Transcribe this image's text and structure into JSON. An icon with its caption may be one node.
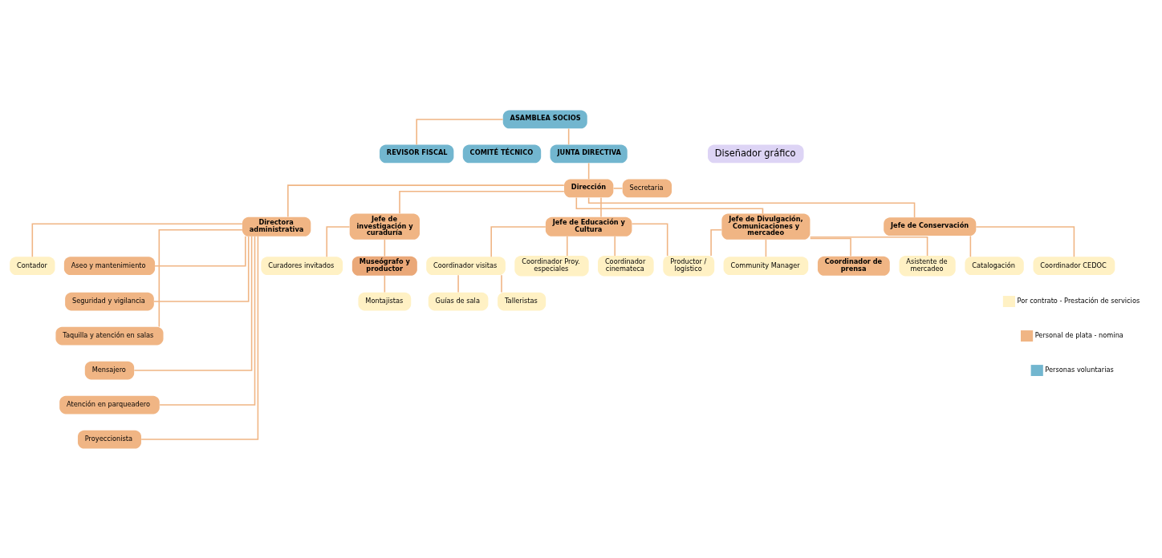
{
  "diagram": {
    "nodes": [
      {
        "text": [
          "ASAMBLEA SOCIOS"
        ]
      },
      {
        "text": [
          "REVISOR FISCAL"
        ]
      },
      {
        "text": [
          "JUNTA DIRECTIVA"
        ]
      },
      {
        "text": [
          "COMITÉ TÉCNICO"
        ]
      },
      {
        "text": [
          "Diseñador gráfico"
        ]
      },
      {
        "text": [
          "Secretaria"
        ]
      },
      {
        "text": [
          "Dirección"
        ]
      },
      {
        "text": [
          "Directora administrativa"
        ]
      },
      {
        "text": [
          "Jefe de investigación y curaduría"
        ]
      },
      {
        "text": [
          "Jefe de Educación y Cultura"
        ]
      },
      {
        "text": [
          "Jefe de Divulgación, Comunicaciones y mercadeo"
        ]
      },
      {
        "text": [
          "Jefe de Conservación"
        ]
      },
      {
        "text": [
          "Contador"
        ]
      },
      {
        "text": [
          "Aseo y mantenimiento"
        ]
      },
      {
        "text": [
          "Seguridad y vigilancia"
        ]
      },
      {
        "text": [
          "Taquilla y atención en salas"
        ]
      },
      {
        "text": [
          "Mensajero"
        ]
      },
      {
        "text": [
          "Atención en parqueadero"
        ]
      },
      {
        "text": [
          "Proyeccionista"
        ]
      },
      {
        "text": [
          "Curadores invitados"
        ]
      },
      {
        "text": [
          "Museógrafo y productor"
        ]
      },
      {
        "text": [
          "Montajistas"
        ]
      },
      {
        "text": [
          "Coordinador visitas"
        ]
      },
      {
        "text": [
          "Coordinador Proy. especiales"
        ]
      },
      {
        "text": [
          "Coordinador cinemateca"
        ]
      },
      {
        "text": [
          "Guías de sala"
        ]
      },
      {
        "text": [
          "Talleristas"
        ]
      },
      {
        "text": [
          "Productor / logístico"
        ]
      },
      {
        "text": [
          "Community Manager"
        ]
      },
      {
        "text": [
          "Coordinador de prensa"
        ]
      },
      {
        "text": [
          "Asistente de mercadeo"
        ]
      },
      {
        "text": [
          "Catalogación"
        ]
      },
      {
        "text": [
          "Coordinador CEDOC"
        ]
      }
    ],
    "edges": [
      {
        "from": 0,
        "to": 1,
        "arrow": "none"
      },
      {
        "from": 0,
        "to": 2,
        "arrow": "none"
      },
      {
        "from": 2,
        "to": 6,
        "arrow": "none"
      },
      {
        "from": 6,
        "to": 5,
        "arrow": "none"
      },
      {
        "from": 6,
        "to": 7,
        "arrow": "none"
      },
      {
        "from": 6,
        "to": 8,
        "arrow": "none"
      },
      {
        "from": 6,
        "to": 9,
        "arrow": "none"
      },
      {
        "from": 6,
        "to": 10,
        "arrow": "none"
      },
      {
        "from": 6,
        "to": 11,
        "arrow": "none"
      },
      {
        "from": 7,
        "to": 12,
        "arrow": "none"
      },
      {
        "from": 7,
        "to": 13,
        "arrow": "none"
      },
      {
        "from": 7,
        "to": 14,
        "arrow": "none"
      },
      {
        "from": 7,
        "to": 15,
        "arrow": "none"
      },
      {
        "from": 7,
        "to": 16,
        "arrow": "none"
      },
      {
        "from": 7,
        "to": 17,
        "arrow": "none"
      },
      {
        "from": 7,
        "to": 18,
        "arrow": "none"
      },
      {
        "from": 8,
        "to": 19,
        "arrow": "none"
      },
      {
        "from": 8,
        "to": 20,
        "arrow": "none"
      },
      {
        "from": 20,
        "to": 21,
        "arrow": "none"
      },
      {
        "from": 9,
        "to": 22,
        "arrow": "none"
      },
      {
        "from": 9,
        "to": 24,
        "arrow": "none"
      },
      {
        "from": 9,
        "to": 23,
        "arrow": "none"
      },
      {
        "from": 9,
        "to": 27,
        "arrow": "none"
      },
      {
        "from": 22,
        "to": 25,
        "arrow": "none"
      },
      {
        "from": 22,
        "to": 26,
        "arrow": "none"
      },
      {
        "from": 10,
        "to": 27,
        "arrow": "none"
      },
      {
        "from": 10,
        "to": 28,
        "arrow": "none"
      },
      {
        "from": 10,
        "to": 30,
        "arrow": "none"
      },
      {
        "from": 10,
        "to": 29,
        "arrow": "none"
      },
      {
        "from": 11,
        "to": 31,
        "arrow": "none"
      },
      {
        "from": 11,
        "to": 32,
        "arrow": "none"
      }
    ],
    "legend": [
      {
        "text": "Por contrato - Prestación de servicios",
        "color": "#fff1c4"
      },
      {
        "text": "Personal de plata - nomina",
        "color": "#f0b584"
      },
      {
        "text": "Personas voluntarias",
        "color": "#72b6cf"
      }
    ]
  }
}
